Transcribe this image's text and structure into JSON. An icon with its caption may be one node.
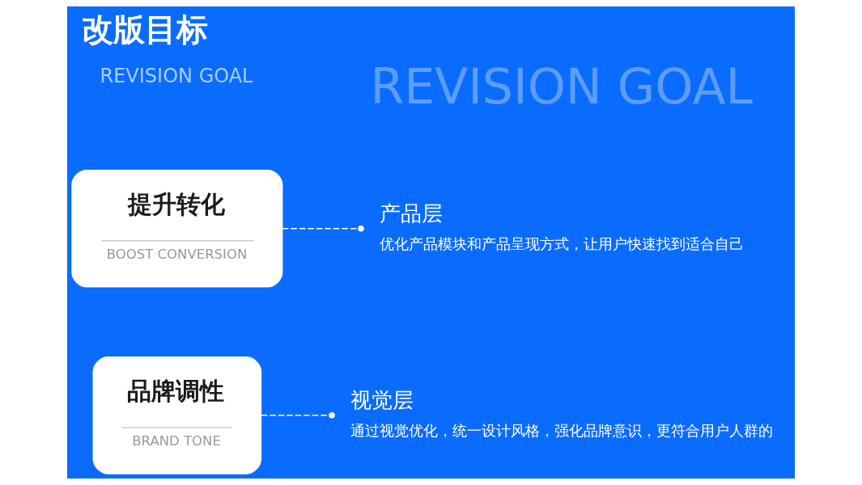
{
  "diagram": {
    "title": "改版目标",
    "nodes": [
      {
        "text": [
          "提升转化",
          "BOOST CONVERSION"
        ]
      },
      {
        "text": [
          "产品层",
          "优化产品模块和产品呈现方式，让用户快速找到适合自己"
        ]
      },
      {
        "text": [
          "品牌调性",
          "BRAND TONE"
        ]
      },
      {
        "text": [
          "视觉层",
          "通过视觉优化，统一设计风格，强化品牌意识，更符合用户人群的"
        ]
      }
    ],
    "edges": [
      {
        "from": 0,
        "to": 1,
        "arrow": "other",
        "style": "dashed"
      },
      {
        "from": 2,
        "to": 3,
        "arrow": "other",
        "style": "dashed"
      }
    ],
    "labels": [
      "REVISION GOAL",
      "REVISION GOAL"
    ]
  }
}
